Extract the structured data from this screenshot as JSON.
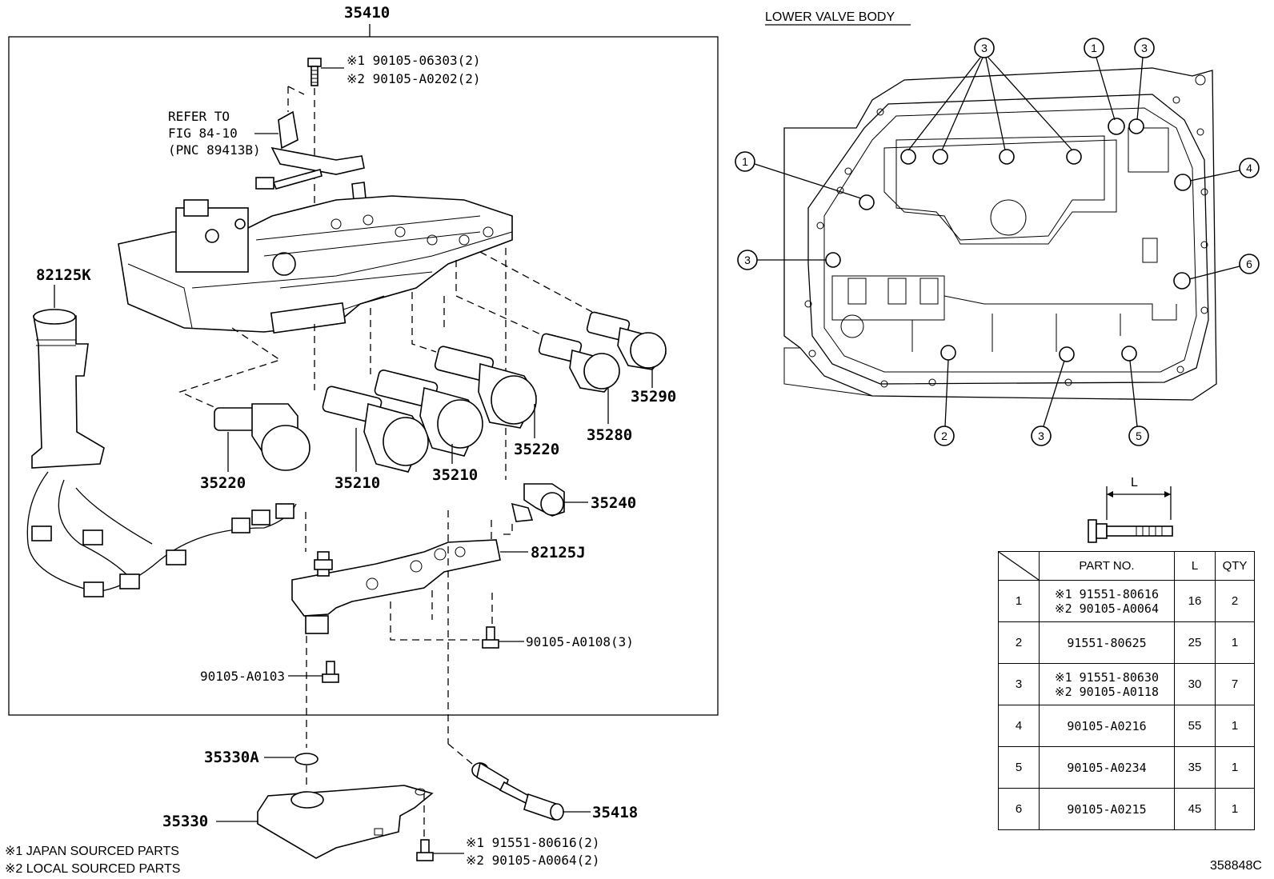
{
  "main_assembly": "35410",
  "section_title": "LOWER VALVE BODY",
  "callouts": {
    "bolt_top_1": "※1 90105-06303(2)",
    "bolt_top_2": "※2 90105-A0202(2)",
    "refer_1": "REFER TO",
    "refer_2": "FIG 84-10",
    "refer_3": "(PNC 89413B)",
    "harness": "82125K",
    "sol_35220_left": "35220",
    "sol_35210_a": "35210",
    "sol_35210_b": "35210",
    "sol_35220_right": "35220",
    "sol_35280": "35280",
    "sol_35290": "35290",
    "sol_35240": "35240",
    "bracket": "82125J",
    "bolt_a0108": "90105-A0108(3)",
    "bolt_a0103": "90105-A0103",
    "oring": "35330A",
    "strainer": "35330",
    "pipe": "35418",
    "bolt_bottom_1": "※1 91551-80616(2)",
    "bolt_bottom_2": "※2 90105-A0064(2)"
  },
  "lower_callout_numbers": {
    "c3_top_a": "3",
    "c1_top": "1",
    "c3_top_b": "3",
    "c1_left": "1",
    "c4": "4",
    "c3_left": "3",
    "c6": "6",
    "c2_bottom": "2",
    "c3_bottom": "3",
    "c5_bottom": "5"
  },
  "bolt_length_label": "L",
  "table": {
    "headers": [
      "",
      "PART NO.",
      "L",
      "QTY"
    ],
    "rows": [
      {
        "no": "1",
        "part": [
          "※1 91551-80616",
          "※2 90105-A0064"
        ],
        "l": "16",
        "qty": "2"
      },
      {
        "no": "2",
        "part": [
          "91551-80625"
        ],
        "l": "25",
        "qty": "1"
      },
      {
        "no": "3",
        "part": [
          "※1 91551-80630",
          "※2 90105-A0118"
        ],
        "l": "30",
        "qty": "7"
      },
      {
        "no": "4",
        "part": [
          "90105-A0216"
        ],
        "l": "55",
        "qty": "1"
      },
      {
        "no": "5",
        "part": [
          "90105-A0234"
        ],
        "l": "35",
        "qty": "1"
      },
      {
        "no": "6",
        "part": [
          "90105-A0215"
        ],
        "l": "45",
        "qty": "1"
      }
    ]
  },
  "footnotes": {
    "note1": "※1 JAPAN SOURCED PARTS",
    "note2": "※2 LOCAL SOURCED PARTS"
  },
  "figure_id": "358848C"
}
